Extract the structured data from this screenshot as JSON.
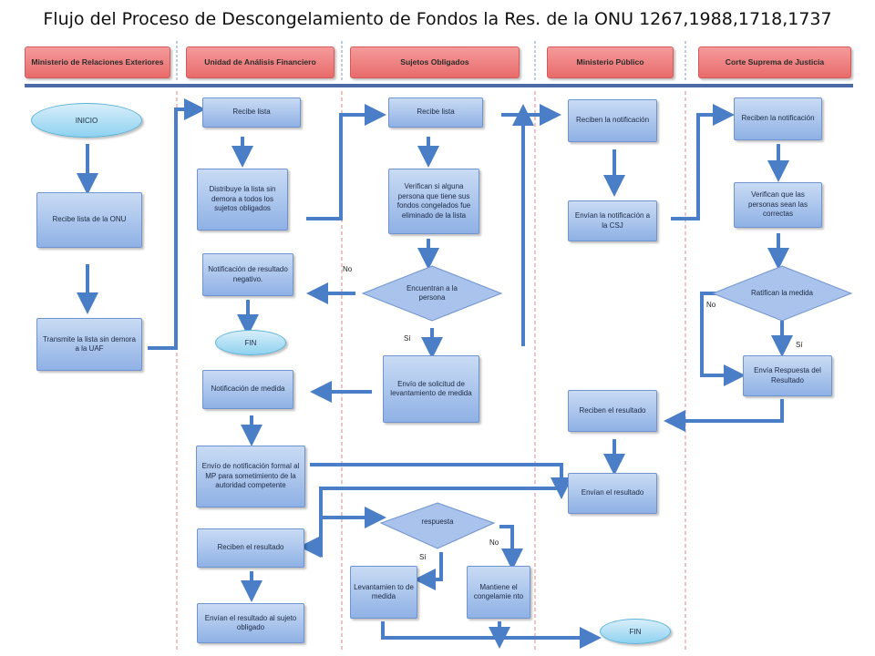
{
  "title": "Flujo del Proceso de Descongelamiento de Fondos la Res. de la ONU 1267,1988,1718,1737",
  "lanes": {
    "mre": "Ministerio de Relaciones Exteriores",
    "uaf": "Unidad de Análisis Financiero",
    "so": "Sujetos Obligados",
    "mp": "Ministerio Público",
    "csj": "Corte Suprema de Justicia"
  },
  "nodes": {
    "inicio": "INICIO",
    "recibe_onu": "Recibe lista de la ONU",
    "transmite": "Transmite la lista sin demora a la UAF",
    "uaf_recibe": "Recibe lista",
    "distribuye": "Distribuye la lista sin demora a todos los sujetos obligados",
    "notif_neg": "Notificación de resultado negativo.",
    "fin1": "FIN",
    "notif_medida": "Notificación de medida",
    "envio_notif": "Envío de notificación formal al MP para sometimiento de la autoridad competente",
    "reciben_res_uaf": "Reciben el resultado",
    "envian_res_so": "Envían el resultado al sujeto obligado",
    "so_recibe": "Recibe lista",
    "verifican": "Verifican si alguna persona que tiene sus fondos congelados fue eliminado de la lista",
    "encuentran": "Encuentran a la persona",
    "envio_solicitud": "Envío de solicitud de levantamiento de medida",
    "respuesta": "respuesta",
    "levantamiento": "Levantamien to de medida",
    "mantiene": "Mantiene el congelamie nto",
    "fin2": "FIN",
    "mp_reciben": "Reciben la notificación",
    "mp_envian": "Envían la notificación a la CSJ",
    "mp_reciben_res": "Reciben el resultado",
    "mp_envian_res": "Envían el resultado",
    "csj_reciben": "Reciben la notificación",
    "csj_verifican": "Verifican que las personas sean las correctas",
    "ratifican": "Ratifican la medida",
    "envia_respuesta": "Envía Respuesta del Resultado"
  },
  "labels": {
    "no1": "No",
    "si1": "Sí",
    "no2": "No",
    "si2": "Sí",
    "no3": "No",
    "si3": "Sí"
  },
  "colors": {
    "lane_header": "#e96b6b",
    "process_box": "#8fb1e5",
    "terminal": "#8fd2f0",
    "arrow": "#4a7fc8",
    "swimlane_divider": "#e08585",
    "top_rule": "#4a6aa8"
  }
}
